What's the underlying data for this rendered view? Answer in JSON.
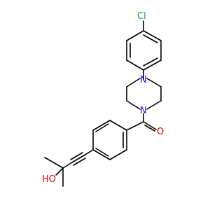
{
  "structure": {
    "atoms": {
      "chlorine": "Cl",
      "nitrogen_top": "N",
      "nitrogen_bottom": "N",
      "oxygen_carbonyl": "O",
      "hydroxyl": "HO"
    },
    "colors": {
      "bond": "#000000",
      "chlorine": "#1fa01f",
      "nitrogen": "#2020d0",
      "oxygen": "#e00000"
    }
  }
}
